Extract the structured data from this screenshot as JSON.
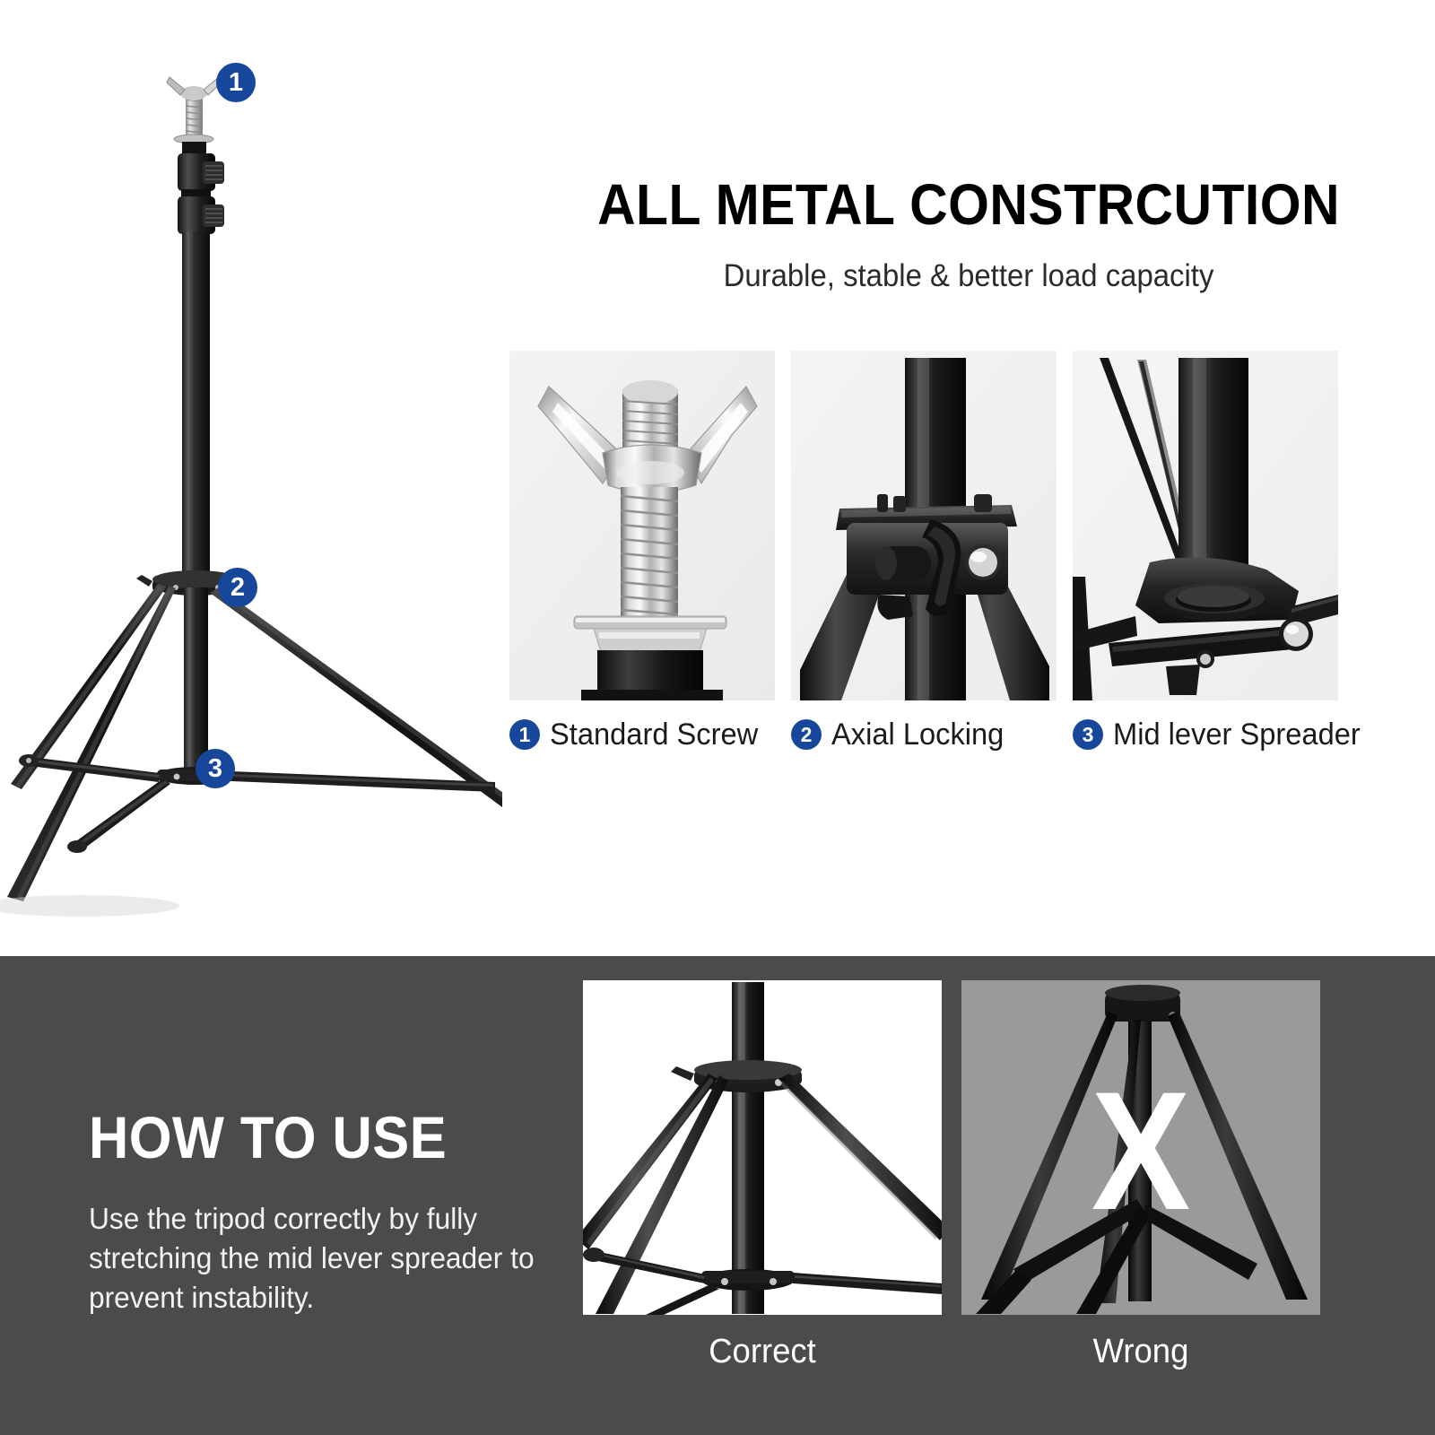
{
  "top": {
    "headline": "ALL METAL CONSTRCUTION",
    "subheadline": "Durable, stable & better load capacity",
    "accent_blue": "#16479a",
    "photo_bg": "#f0f0f0",
    "features": [
      {
        "number": "1",
        "label": "Standard Screw",
        "icon": "wing-nut-screw-photo"
      },
      {
        "number": "2",
        "label": "Axial Locking",
        "icon": "axial-lock-hub-photo"
      },
      {
        "number": "3",
        "label": "Mid lever Spreader",
        "icon": "mid-lever-spreader-photo"
      }
    ],
    "callouts": [
      {
        "number": "1"
      },
      {
        "number": "2"
      },
      {
        "number": "3"
      }
    ]
  },
  "bottom": {
    "background": "#4b4b4b",
    "title": "HOW TO USE",
    "body": "Use the tripod correctly by fully stretching the mid lever spreader to prevent instability.",
    "compare": [
      {
        "label": "Correct",
        "state": "correct",
        "mark": ""
      },
      {
        "label": "Wrong",
        "state": "wrong",
        "mark": "X"
      }
    ]
  }
}
